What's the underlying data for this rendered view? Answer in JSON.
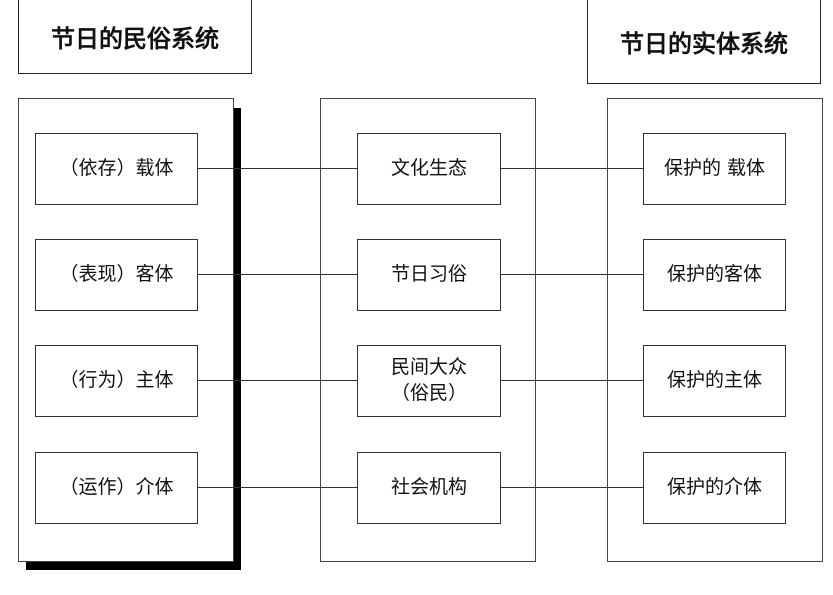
{
  "left_system": {
    "title": "节日的民俗系统",
    "items": [
      "（依存）载体",
      "（表现）客体",
      "（行为）主体",
      "（运作）介体"
    ]
  },
  "middle": {
    "items": [
      "文化生态",
      "节日习俗",
      "民间大众",
      "社会机构"
    ],
    "item3_sub": "（俗民）"
  },
  "right_system": {
    "title": "节日的实体系统",
    "items": [
      "保护的 载体",
      "保护的客体",
      "保护的主体",
      "保护的介体"
    ]
  }
}
